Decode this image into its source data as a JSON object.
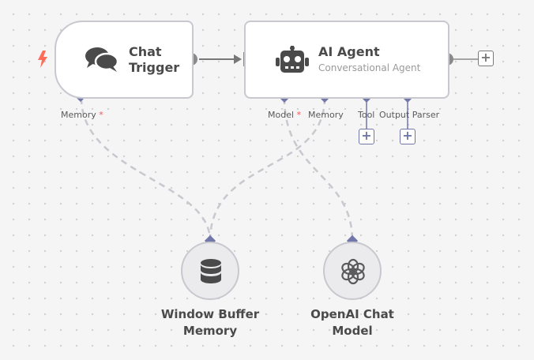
{
  "nodes": {
    "chat_trigger": {
      "title_line1": "Chat",
      "title_line2": "Trigger"
    },
    "ai_agent": {
      "title": "AI Agent",
      "subtitle": "Conversational Agent"
    },
    "memory_node": {
      "line1": "Window Buffer",
      "line2": "Memory"
    },
    "model_node": {
      "line1": "OpenAI Chat",
      "line2": "Model"
    }
  },
  "ports": {
    "chat_memory": "Memory",
    "agent_model": "Model",
    "agent_memory": "Memory",
    "agent_tool": "Tool",
    "agent_output_parser": "Output Parser",
    "required_mark": "*"
  },
  "buttons": {
    "plus": "+"
  },
  "colors": {
    "port": "#7177a8",
    "edge": "#c8c8cf",
    "required": "#f05a5a",
    "trigger_bolt": "#ff6d5a"
  }
}
